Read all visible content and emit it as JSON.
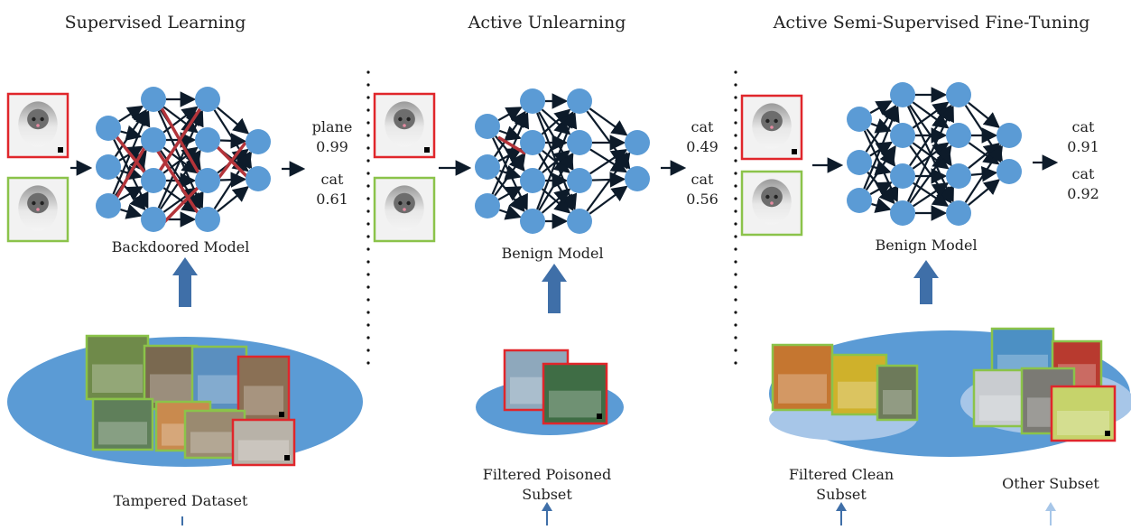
{
  "panels": [
    {
      "title": "Supervised Learning",
      "model_label": "Backdoored Model",
      "outputs": [
        {
          "label": "plane",
          "score": "0.99"
        },
        {
          "label": "cat",
          "score": "0.61"
        }
      ],
      "dataset_label": "Tampered Dataset"
    },
    {
      "title": "Active Unlearning",
      "model_label": "Benign Model",
      "outputs": [
        {
          "label": "cat",
          "score": "0.49"
        },
        {
          "label": "cat",
          "score": "0.56"
        }
      ],
      "dataset_label_line1": "Filtered Poisoned",
      "dataset_label_line2": "Subset"
    },
    {
      "title": "Active Semi-Supervised Fine-Tuning",
      "model_label": "Benign Model",
      "outputs": [
        {
          "label": "cat",
          "score": "0.91"
        },
        {
          "label": "cat",
          "score": "0.92"
        }
      ],
      "clean_label_line1": "Filtered Clean",
      "clean_label_line2": "Subset",
      "other_label": "Other Subset"
    }
  ],
  "colors": {
    "node": "#5b9bd5",
    "edge": "#0d1b2a",
    "backdoor_edge": "#b3343a",
    "poison_border": "#e0262b",
    "clean_border": "#8bc34a",
    "dataset_ellipse": "#5b9bd5",
    "subset_ellipse": "#a7c6e8",
    "arrow": "#3f6fa8"
  }
}
